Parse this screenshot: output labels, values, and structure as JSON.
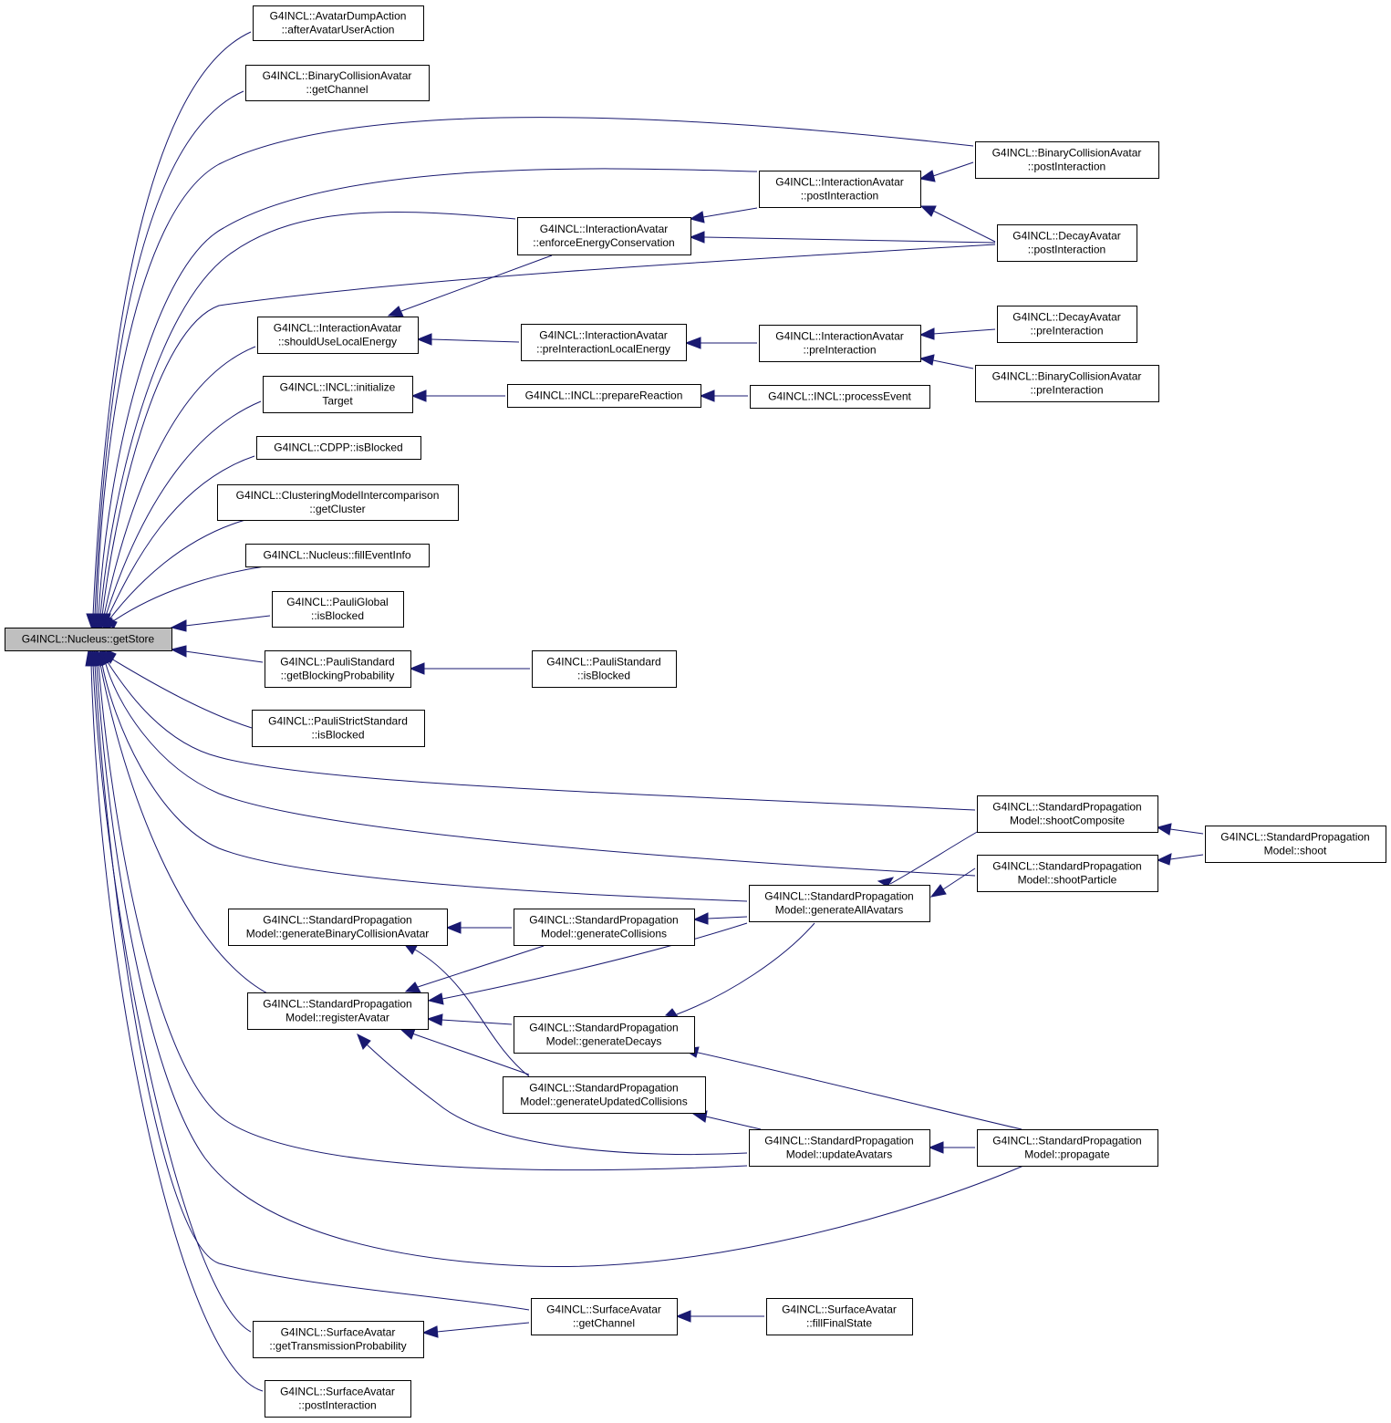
{
  "colors": {
    "edge": "#191970",
    "root_fill": "#bfbfbf",
    "node_fill": "#ffffff",
    "node_stroke": "#000000"
  },
  "nodes": [
    {
      "id": "root",
      "lines": [
        "G4INCL::Nucleus::getStore"
      ],
      "root": true
    },
    {
      "id": "afterAvatarUserAction",
      "lines": [
        "G4INCL::AvatarDumpAction",
        "::afterAvatarUserAction"
      ]
    },
    {
      "id": "bca_getChannel",
      "lines": [
        "G4INCL::BinaryCollisionAvatar",
        "::getChannel"
      ]
    },
    {
      "id": "bca_postInteraction",
      "lines": [
        "G4INCL::BinaryCollisionAvatar",
        "::postInteraction"
      ]
    },
    {
      "id": "ia_postInteraction",
      "lines": [
        "G4INCL::InteractionAvatar",
        "::postInteraction"
      ]
    },
    {
      "id": "ia_enforceEnergyConservation",
      "lines": [
        "G4INCL::InteractionAvatar",
        "::enforceEnergyConservation"
      ]
    },
    {
      "id": "da_postInteraction",
      "lines": [
        "G4INCL::DecayAvatar",
        "::postInteraction"
      ]
    },
    {
      "id": "ia_shouldUseLocalEnergy",
      "lines": [
        "G4INCL::InteractionAvatar",
        "::shouldUseLocalEnergy"
      ]
    },
    {
      "id": "ia_preInteractionLocalEnergy",
      "lines": [
        "G4INCL::InteractionAvatar",
        "::preInteractionLocalEnergy"
      ]
    },
    {
      "id": "ia_preInteraction",
      "lines": [
        "G4INCL::InteractionAvatar",
        "::preInteraction"
      ]
    },
    {
      "id": "da_preInteraction",
      "lines": [
        "G4INCL::DecayAvatar",
        "::preInteraction"
      ]
    },
    {
      "id": "bca_preInteraction",
      "lines": [
        "G4INCL::BinaryCollisionAvatar",
        "::preInteraction"
      ]
    },
    {
      "id": "incl_initializeTarget",
      "lines": [
        "G4INCL::INCL::initialize",
        "Target"
      ]
    },
    {
      "id": "incl_prepareReaction",
      "lines": [
        "G4INCL::INCL::prepareReaction"
      ]
    },
    {
      "id": "incl_processEvent",
      "lines": [
        "G4INCL::INCL::processEvent"
      ]
    },
    {
      "id": "cdpp_isBlocked",
      "lines": [
        "G4INCL::CDPP::isBlocked"
      ]
    },
    {
      "id": "cmi_getCluster",
      "lines": [
        "G4INCL::ClusteringModelIntercomparison",
        "::getCluster"
      ]
    },
    {
      "id": "nucleus_fillEventInfo",
      "lines": [
        "G4INCL::Nucleus::fillEventInfo"
      ]
    },
    {
      "id": "pg_isBlocked",
      "lines": [
        "G4INCL::PauliGlobal",
        "::isBlocked"
      ]
    },
    {
      "id": "ps_getBlockingProbability",
      "lines": [
        "G4INCL::PauliStandard",
        "::getBlockingProbability"
      ]
    },
    {
      "id": "ps_isBlocked",
      "lines": [
        "G4INCL::PauliStandard",
        "::isBlocked"
      ]
    },
    {
      "id": "pss_isBlocked",
      "lines": [
        "G4INCL::PauliStrictStandard",
        "::isBlocked"
      ]
    },
    {
      "id": "spm_shootComposite",
      "lines": [
        "G4INCL::StandardPropagation",
        "Model::shootComposite"
      ]
    },
    {
      "id": "spm_shoot",
      "lines": [
        "G4INCL::StandardPropagation",
        "Model::shoot"
      ]
    },
    {
      "id": "spm_shootParticle",
      "lines": [
        "G4INCL::StandardPropagation",
        "Model::shootParticle"
      ]
    },
    {
      "id": "spm_generateAllAvatars",
      "lines": [
        "G4INCL::StandardPropagation",
        "Model::generateAllAvatars"
      ]
    },
    {
      "id": "spm_generateBinaryCollisionAvatar",
      "lines": [
        "G4INCL::StandardPropagation",
        "Model::generateBinaryCollisionAvatar"
      ]
    },
    {
      "id": "spm_generateCollisions",
      "lines": [
        "G4INCL::StandardPropagation",
        "Model::generateCollisions"
      ]
    },
    {
      "id": "spm_registerAvatar",
      "lines": [
        "G4INCL::StandardPropagation",
        "Model::registerAvatar"
      ]
    },
    {
      "id": "spm_generateDecays",
      "lines": [
        "G4INCL::StandardPropagation",
        "Model::generateDecays"
      ]
    },
    {
      "id": "spm_generateUpdatedCollisions",
      "lines": [
        "G4INCL::StandardPropagation",
        "Model::generateUpdatedCollisions"
      ]
    },
    {
      "id": "spm_updateAvatars",
      "lines": [
        "G4INCL::StandardPropagation",
        "Model::updateAvatars"
      ]
    },
    {
      "id": "spm_propagate",
      "lines": [
        "G4INCL::StandardPropagation",
        "Model::propagate"
      ]
    },
    {
      "id": "sa_getChannel",
      "lines": [
        "G4INCL::SurfaceAvatar",
        "::getChannel"
      ]
    },
    {
      "id": "sa_fillFinalState",
      "lines": [
        "G4INCL::SurfaceAvatar",
        "::fillFinalState"
      ]
    },
    {
      "id": "sa_getTransmissionProbability",
      "lines": [
        "G4INCL::SurfaceAvatar",
        "::getTransmissionProbability"
      ]
    },
    {
      "id": "sa_postInteraction",
      "lines": [
        "G4INCL::SurfaceAvatar",
        "::postInteraction"
      ]
    }
  ]
}
